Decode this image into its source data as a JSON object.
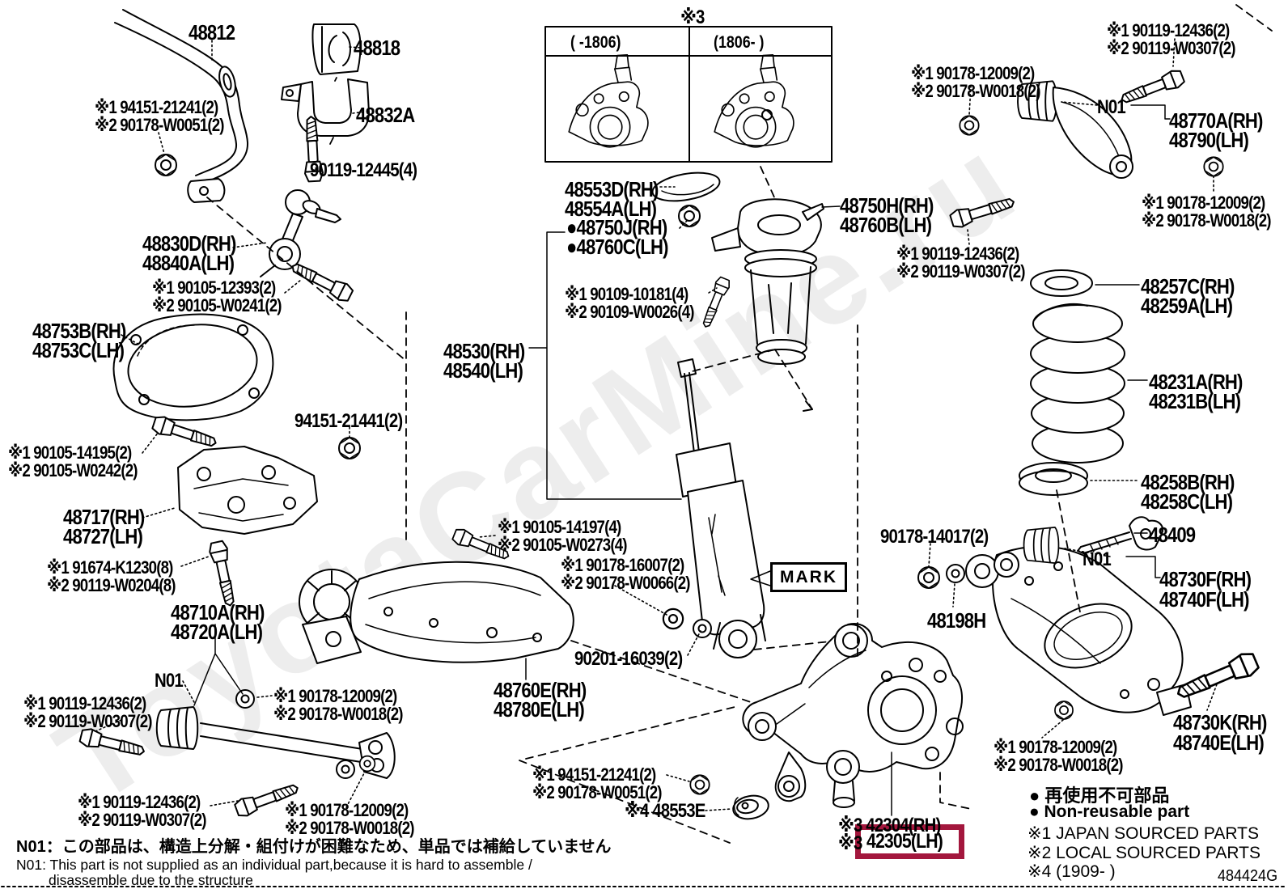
{
  "diagram": {
    "code": "484424G",
    "watermark": "ToyotaCarMine.ru",
    "highlight_color": "#a3173d",
    "mark_box": "MARK",
    "variant_table": {
      "marker": "※3",
      "left_header": "(      -1806)",
      "right_header": "(1806-      )"
    },
    "notes": {
      "jp": "N01：この部品は、構造上分解・組付けが困難なため、単品では補給していません",
      "en1": "N01: This part is not supplied as an individual part,because it is hard to assemble /",
      "en2": "disassemble due to the structure"
    },
    "legend": {
      "jp_bullet": "● 再使用不可部品",
      "en_bullet": "● Non-reusable part",
      "japan": "※1 JAPAN SOURCED PARTS",
      "local": "※2 LOCAL SOURCED PARTS",
      "date4": "※4 (1909-      )"
    },
    "labels": {
      "l1": "48812",
      "l2": "48818",
      "l3a": "※1 94151-21241(2)",
      "l3b": "※2 90178-W0051(2)",
      "l4": "48832A",
      "l5": "90119-12445(4)",
      "l6a": "48830D(RH)",
      "l6b": "48840A(LH)",
      "l7a": "※1 90105-12393(2)",
      "l7b": "※2 90105-W0241(2)",
      "l8a": "48753B(RH)",
      "l8b": "48753C(LH)",
      "l9a": "※1 90105-14195(2)",
      "l9b": "※2 90105-W0242(2)",
      "l10": "94151-21441(2)",
      "l11a": "48717(RH)",
      "l11b": "48727(LH)",
      "l12a": "※1 91674-K1230(8)",
      "l12b": "※2 90119-W0204(8)",
      "l13a": "48710A(RH)",
      "l13b": "48720A(LH)",
      "l14": "N01",
      "l15a": "※1 90119-12436(2)",
      "l15b": "※2 90119-W0307(2)",
      "l16a": "※1 90178-12009(2)",
      "l16b": "※2 90178-W0018(2)",
      "l17a": "※1 90119-12436(2)",
      "l17b": "※2 90119-W0307(2)",
      "l18a": "※1 90178-12009(2)",
      "l18b": "※2 90178-W0018(2)",
      "l19a": "48760E(RH)",
      "l19b": "48780E(LH)",
      "l20": "90201-16039(2)",
      "l21a": "※1 90105-14197(4)",
      "l21b": "※2 90105-W0273(4)",
      "l22a": "※1 90178-16007(2)",
      "l22b": "※2 90178-W0066(2)",
      "l23a": "48530(RH)",
      "l23b": "48540(LH)",
      "l24a": "48553D(RH)",
      "l24b": "48554A(LH)",
      "l25a": "●48750J(RH)",
      "l25b": "●48760C(LH)",
      "l26a": "※1 90109-10181(4)",
      "l26b": "※2 90109-W0026(4)",
      "l27a": "48750H(RH)",
      "l27b": "48760B(LH)",
      "l28a": "※1 90119-12436(2)",
      "l28b": "※2 90119-W0307(2)",
      "l29": "※3",
      "l31a": "※1 90119-12436(2)",
      "l31b": "※2 90119-W0307(2)",
      "l32a": "※1 90178-12009(2)",
      "l32b": "※2 90178-W0018(2)",
      "l33": "N01",
      "l34a": "48770A(RH)",
      "l34b": "48790(LH)",
      "l35a": "※1 90178-12009(2)",
      "l35b": "※2 90178-W0018(2)",
      "l36a": "48257C(RH)",
      "l36b": "48259A(LH)",
      "l37a": "48231A(RH)",
      "l37b": "48231B(LH)",
      "l38a": "48258B(RH)",
      "l38b": "48258C(LH)",
      "l39": "90178-14017(2)",
      "l40": "48409",
      "l41": "N01",
      "l42a": "48730F(RH)",
      "l42b": "48740F(LH)",
      "l43": "48198H",
      "l45a": "48730K(RH)",
      "l45b": "48740E(LH)",
      "l46a": "※1 90178-12009(2)",
      "l46b": "※2 90178-W0018(2)",
      "l47a": "※1 94151-21241(2)",
      "l47b": "※2 90178-W0051(2)",
      "l48": "※4 48553E",
      "l49a": "※3 42304(RH)",
      "l49b_prefix": "※3",
      "l49b": "42305(LH)"
    }
  }
}
